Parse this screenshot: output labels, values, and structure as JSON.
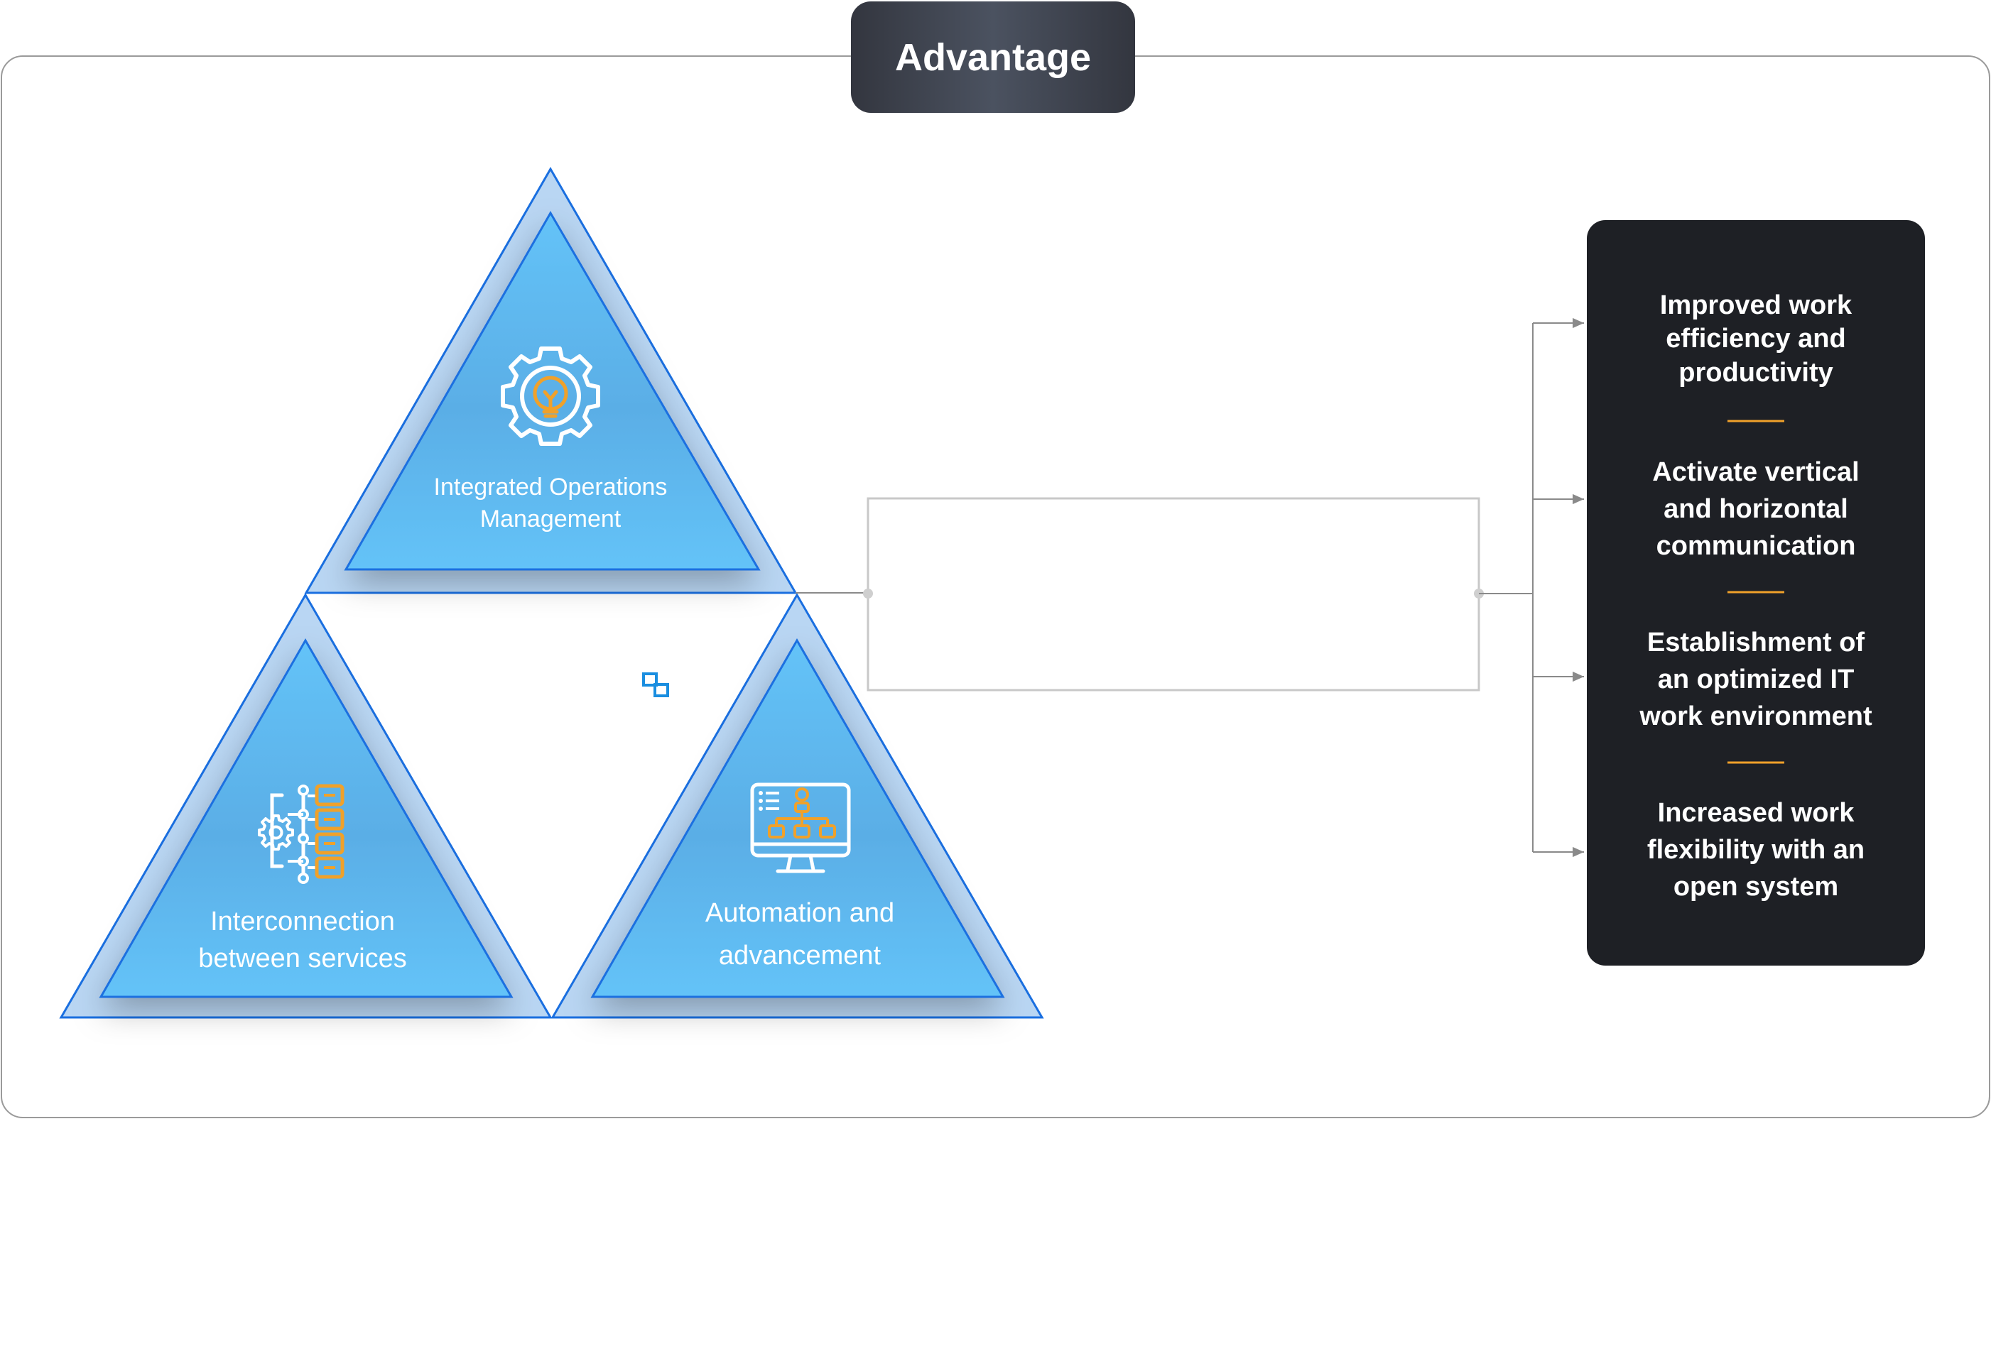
{
  "title": "Advantage",
  "triangles": [
    {
      "id": "top",
      "lines": [
        "Integrated Operations",
        "Management"
      ],
      "icon": "gear-lightbulb-icon"
    },
    {
      "id": "left",
      "lines": [
        "Interconnection",
        "between services"
      ],
      "icon": "gear-service-list-icon"
    },
    {
      "id": "right",
      "lines": [
        "Automation and",
        "advancement"
      ],
      "icon": "monitor-hierarchy-icon"
    }
  ],
  "center_icon": "link-icon",
  "advantages": [
    [
      "Improved work",
      "efficiency and",
      "productivity"
    ],
    [
      "Activate vertical",
      "and horizontal",
      "communication"
    ],
    [
      "Establishment of",
      "an optimized IT",
      "work environment"
    ],
    [
      "Increased work",
      "flexibility with an",
      "open system"
    ]
  ],
  "colors": {
    "triangle_fill": "#5bb8f0",
    "triangle_outline": "#1a6fe0",
    "accent_orange": "#f0a12a",
    "panel_bg": "#1e2025",
    "title_bg": "#363943",
    "connector": "#9a9a9a"
  }
}
